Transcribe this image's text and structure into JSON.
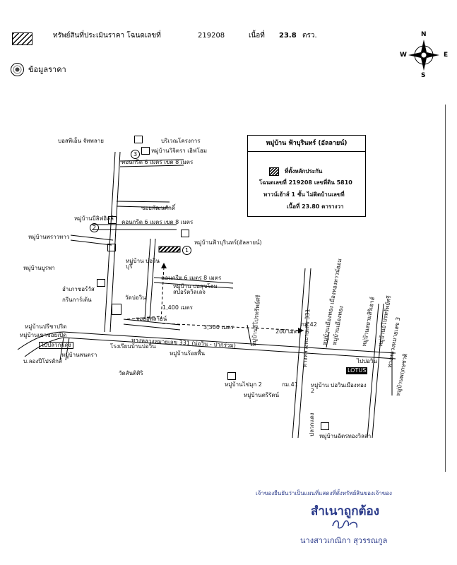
{
  "header": {
    "line1_text": "ทรัพย์สินที่ประเมินราคา โฉนดเลขที่",
    "deed_no": "219208",
    "area_label": "เนื้อที่",
    "area_value": "23.8",
    "area_unit": "ตรว.",
    "line2_text": "ข้อมูลราคา"
  },
  "compass": {
    "n": "N",
    "s": "S",
    "e": "E",
    "w": "W"
  },
  "legend": {
    "title": "หมู่บ้าน ฟ้าบุรินทร์ (อัลลายน์)",
    "marker_label": "ที่ตั้งหลักประกัน",
    "line1": "โฉนดเลขที่ 219208 เลขที่ดิน 5810",
    "line2": "ทาวน์เฮ้าส์ 1 ชั้น ไม่ติดบ้านเลขที่",
    "line3": "เนื้อที่ 23.80 ตารางวา"
  },
  "labels": {
    "seven_eleven": "บอสพีเอ็น จัทพลาย",
    "project_area": "บริเวณโครงการ",
    "village_3": "หมู่บ้านวิจิตรา เฮิฟโฮม",
    "concrete_road_1": "คอนกรีต 6 เมตร เขต 8 เมตร",
    "soi_a": "ซอยพัฒนศักดิ์",
    "village_bili": "หมู่บ้านบีลิฟฮิลล์",
    "concrete_road_2": "คอนกรีต 6 เมตร เขต 8 เมตร",
    "village_faburin": "หมู่บ้านฟ้าบุรินทร์(อัลลายน์)",
    "village_phrao": "หมู่บ้านพราวทาว",
    "village_burapha": "หมู่บ้านบูรพา",
    "village_bowin": "หมู่บ้าน บ่อวินบุรี",
    "amphoe": "อำเภาซอร์วัส",
    "krinkarden": "กรีนการ์เด้น",
    "concrete_road_3": "คอนกรีต 6 เมตร 8 เมตร",
    "village_ubon": "หมู่บ้าน บ่อสุขโฮมสปอร์ตวิลเลจ",
    "wat_bowin": "วัดบ่อวิน",
    "dist_1400": "1,400 เมตร",
    "soi_allaine": "ซอยอัลลายน์",
    "village_pruet": "หมู่บ้านปรีชาปริด",
    "village_khao": "หมู่บ้านเขาชอยเปิด",
    "school": "โรงเรียนบ้านบ่อวิน",
    "village_roi": "หมู่บ้านร้อยพื้น",
    "dist_3300": "3,300 เมตร",
    "dist_200": "200 เมตร",
    "highway": "ทางหลวงหมายเลข 331 (บ่อวิน - ปากร่วม)",
    "wat_sanyasiri": "วัดสันติศิริ",
    "pluak_daeng": "ปลวกแดง",
    "village_mueang": "หมู่บ้านเมืองทอง",
    "village_mueang2": "หมู่บ้านเมืองทอง เมืองทองทาวน์ฮอม",
    "village_siam": "หมู่บ้านสยามสิริเฮาส์",
    "village_sri": "หมู่บ้านอีโปรทรัพย์ศรี",
    "village_sri2": "หมู่บ้านพฤกษชาติ",
    "lotus": "LOTUS",
    "bbp": "บ.ลองปีโปรดักส์",
    "village_sri3": "หมู่บ้านพนตรา",
    "village_khu": "หมู่บ้านไข่มุก 2",
    "km41": "กม.41",
    "km42": "กม.42",
    "village_trirat": "หมู่บ้านตรีรัตน์",
    "village_bowin2": "หมู่บ้าน บ่อวินเมืองทอง 2",
    "village_chatra": "หมู่บ้านฉัตรทองวิลล่า",
    "road_pluak": "ไปปลวกแดง",
    "sign_bo": "ไปบ่อวิน",
    "road_331": "ทางหลวงหมายเลข 331",
    "highway_right": "ทางหลวงหมายเลข 3"
  },
  "stamp": {
    "line1": "เจ้าของยืนยันว่าเป็นแผนที่แสดงที่ตั้งทรัพย์สินของเจ้าของ",
    "line2": "สำเนาถูกต้อง",
    "line3": "นางสาวเกณิกา สุวรรณกูล"
  },
  "markers": [
    "1",
    "2",
    "3"
  ]
}
